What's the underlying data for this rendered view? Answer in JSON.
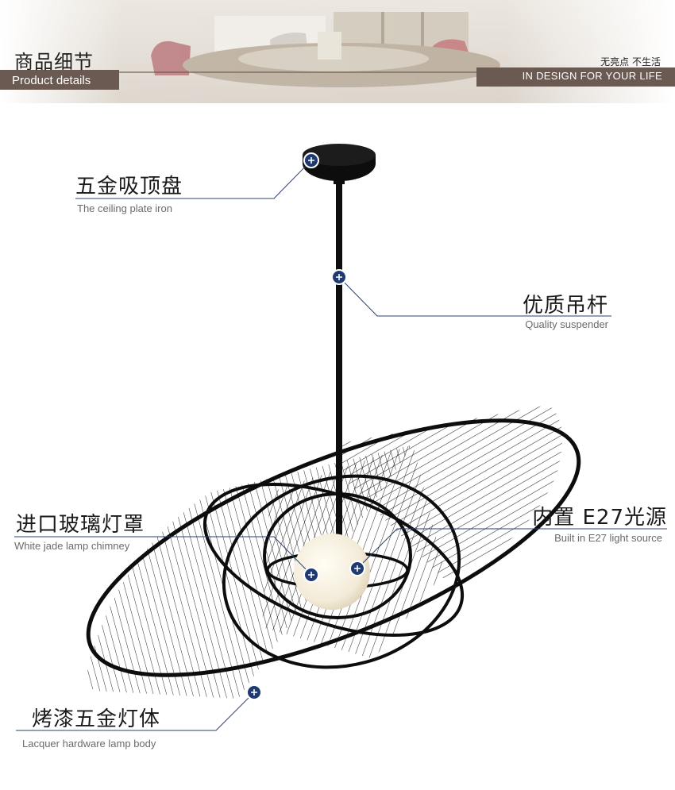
{
  "banner": {
    "title_cn": "商品细节",
    "title_en": "Product details",
    "slogan_cn": "无亮点 不生活",
    "slogan_en": "IN DESIGN  FOR YOUR LIFE"
  },
  "callouts": [
    {
      "cn": "五金吸顶盘",
      "en": "The ceiling plate iron"
    },
    {
      "cn": "优质吊杆",
      "en": "Quality suspender"
    },
    {
      "cn": "进口玻璃灯罩",
      "en": "White jade lamp chimney"
    },
    {
      "cn": "内置 E27光源",
      "en": "Built in E27 light source"
    },
    {
      "cn": "烤漆五金灯体",
      "en": "Lacquer hardware lamp body"
    }
  ],
  "colors": {
    "accent": "#1f3a70",
    "banner_bar": "#6b5a52",
    "lamp": "#111111"
  },
  "icons": [
    "plus-marker-icon"
  ]
}
